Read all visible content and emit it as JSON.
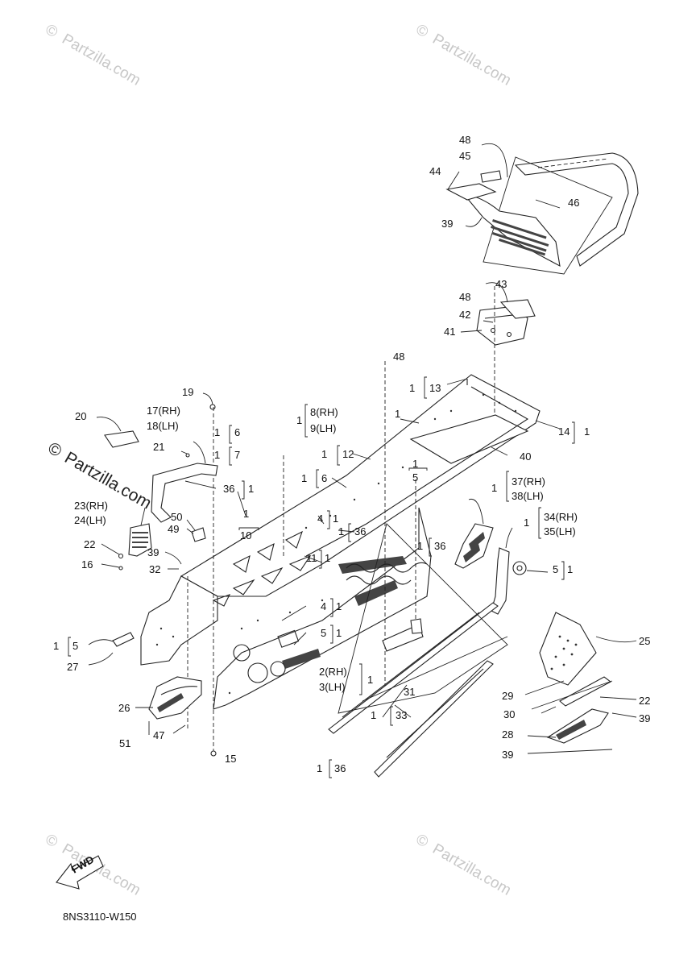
{
  "diagram": {
    "code": "8NS3110-W150",
    "fwd": "FWD"
  },
  "watermarks": {
    "symbol": "©",
    "text": "Partzilla.com"
  },
  "callouts": {
    "c1": "1",
    "c2": "2(RH)",
    "c3": "3(LH)",
    "c4": "4",
    "c5": "5",
    "c6": "6",
    "c7": "7",
    "c8": "8(RH)",
    "c9": "9(LH)",
    "c10": "10",
    "c11": "11",
    "c12": "12",
    "c13": "13",
    "c14": "14",
    "c15": "15",
    "c16": "16",
    "c17": "17(RH)",
    "c18": "18(LH)",
    "c19": "19",
    "c20": "20",
    "c21": "21",
    "c22": "22",
    "c23": "23(RH)",
    "c24": "24(LH)",
    "c25": "25",
    "c26": "26",
    "c27": "27",
    "c28": "28",
    "c29": "29",
    "c30": "30",
    "c31": "31",
    "c32": "32",
    "c33": "33",
    "c34": "34(RH)",
    "c35": "35(LH)",
    "c36": "36",
    "c37": "37(RH)",
    "c38": "38(LH)",
    "c39": "39",
    "c40": "40",
    "c41": "41",
    "c42": "42",
    "c43": "43",
    "c44": "44",
    "c45": "45",
    "c46": "46",
    "c47": "47",
    "c48": "48",
    "c49": "49",
    "c50": "50",
    "c51": "51"
  }
}
